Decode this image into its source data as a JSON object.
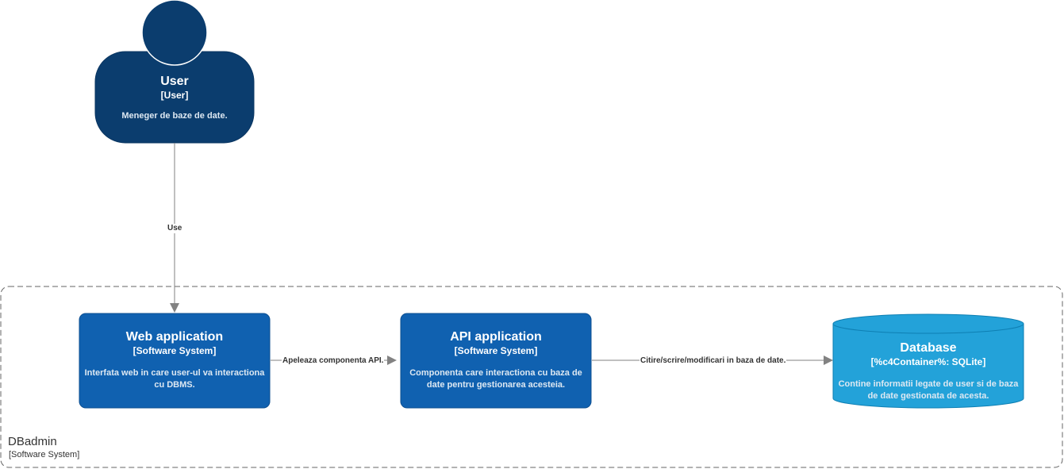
{
  "colors": {
    "person": "#0b3d6e",
    "system": "#1061b0",
    "database": "#23a2d9",
    "edge": "#828282",
    "boundary": "#666666"
  },
  "person": {
    "title": "User",
    "type": "[User]",
    "description": "Meneger de baze de date."
  },
  "boundary": {
    "title": "DBadmin",
    "type": "[Software System]"
  },
  "nodes": {
    "web": {
      "title": "Web application",
      "type": "[Software System]",
      "description": "Interfata web in care user-ul va interactiona cu DBMS."
    },
    "api": {
      "title": "API application",
      "type": "[Software System]",
      "description": "Componenta care interactiona cu baza de date pentru gestionarea acesteia."
    },
    "db": {
      "title": "Database",
      "type": "[%c4Container%: SQLite]",
      "description": "Contine informatii legate de user si de baza de date gestionata de acesta."
    }
  },
  "edges": {
    "use": "Use",
    "web_api": "Apeleaza componenta API.",
    "api_db": "Citire/scrire/modificari in baza de date."
  }
}
